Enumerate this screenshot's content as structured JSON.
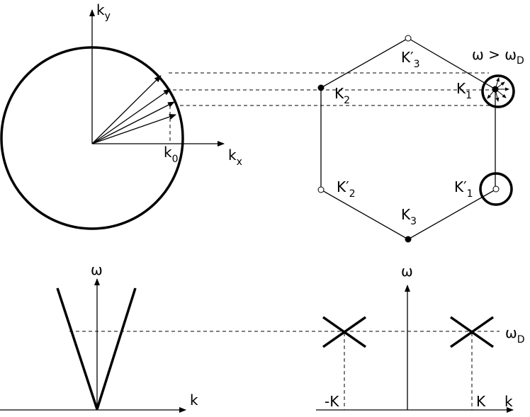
{
  "top_left": {
    "ky_label": "k",
    "ky_sub": "y",
    "kx_label": "k",
    "kx_sub": "x",
    "k0_label": "k",
    "k0_sub": "0"
  },
  "hexagon": {
    "K1": {
      "main": "K",
      "sub": "1"
    },
    "K2": {
      "main": "K",
      "sub": "2"
    },
    "K3": {
      "main": "K",
      "sub": "3"
    },
    "K1p": {
      "main": "K",
      "prime": "′",
      "sub": "1"
    },
    "K2p": {
      "main": "K",
      "prime": "′",
      "sub": "2"
    },
    "K3p": {
      "main": "K",
      "prime": "′",
      "sub": "3"
    },
    "condition": {
      "main": "ω > ω",
      "sub": "D"
    }
  },
  "bottom_left": {
    "omega_label": "ω",
    "k_label": "k"
  },
  "bottom_right": {
    "omega_label": "ω",
    "k_label": "k",
    "neg_K_label": "-K",
    "pos_K_label": "K",
    "omegaD": {
      "main": "ω",
      "sub": "D"
    }
  }
}
